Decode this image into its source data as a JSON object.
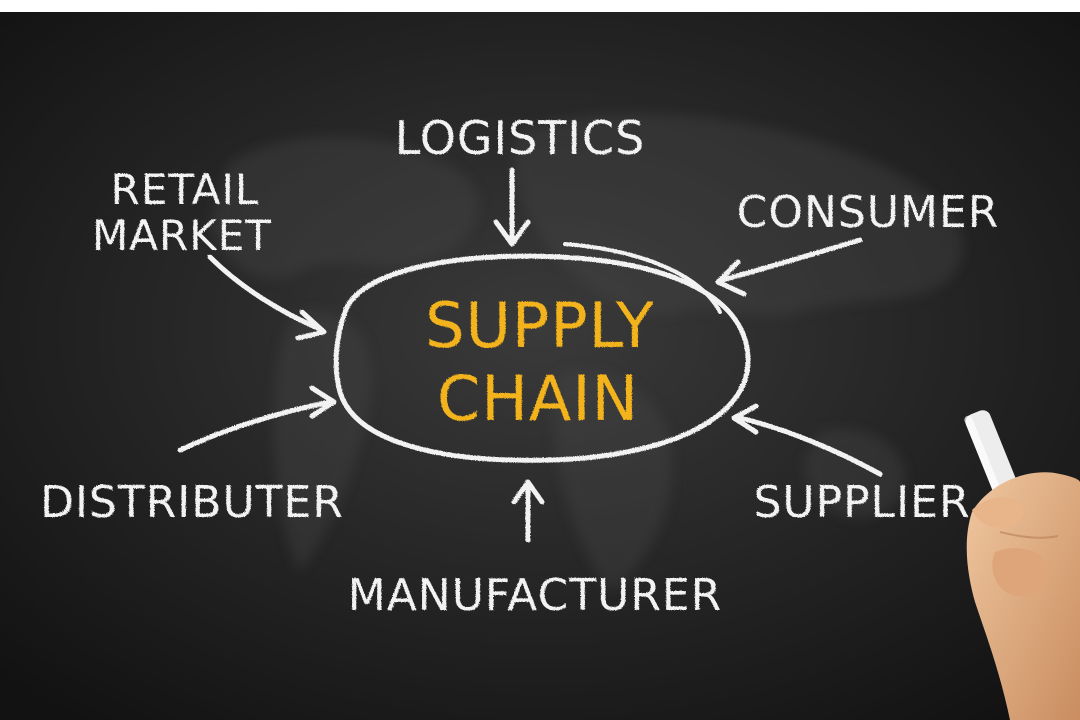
{
  "image": {
    "center": {
      "line1": "SUPPLY",
      "line2": "CHAIN"
    },
    "labels": {
      "logistics": "LOGISTICS",
      "retail_line1": "RETAIL",
      "retail_line2": "MARKET",
      "consumer": "CONSUMER",
      "distributer": "DISTRIBUTER",
      "manufacturer": "MANUFACTURER",
      "supplier": "SUPPLIER"
    },
    "colors": {
      "board": "#1c1c1c",
      "chalk_white": "#f2f2f2",
      "chalk_yellow": "#f2b31c",
      "skin": "#e9b98e"
    }
  }
}
